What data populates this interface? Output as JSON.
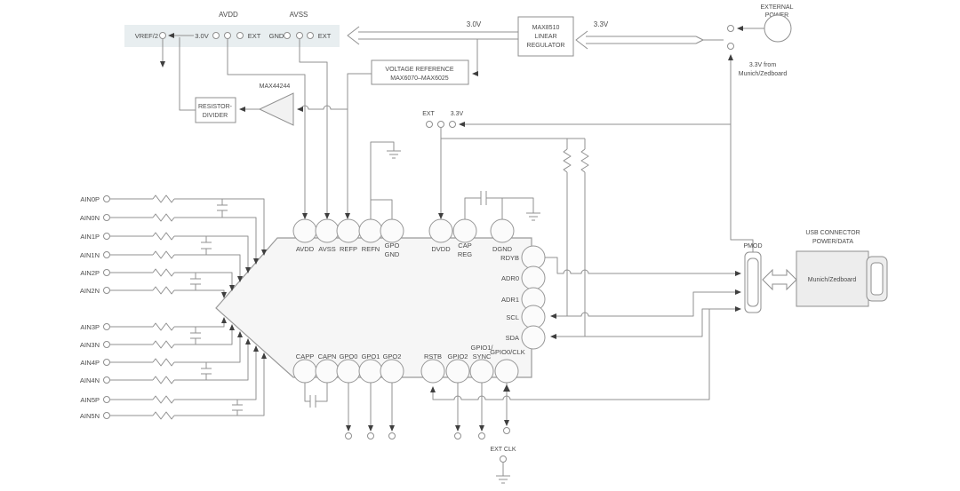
{
  "colors": {
    "wire": "#909090",
    "arrow": "#3f3f3f",
    "text": "#4a4a4a",
    "band": "#e8eef0",
    "chip_fill": "#f6f6f6",
    "usb_fill": "#ededed"
  },
  "header_band": {
    "vref": "VREF/2",
    "avdd": "AVDD",
    "avss": "AVSS",
    "v30": "3.0V",
    "ext1": "EXT",
    "gnd": "GND",
    "ext2": "EXT"
  },
  "power": {
    "bus30": "3.0V",
    "bus33": "3.3V",
    "reg1": "MAX8510",
    "reg2": "LINEAR",
    "reg3": "REGULATOR",
    "ext1": "EXTERNAL",
    "ext2": "POWER",
    "note1": "3.3V from",
    "note2": "Munich/Zedboard"
  },
  "reference": {
    "box1": "VOLTAGE REFERENCE",
    "box2": "MAX6070–MAX6025",
    "amp": "MAX44244",
    "div1": "RESISTOR-",
    "div2": "DIVIDER"
  },
  "supply_header": {
    "ext": "EXT",
    "v33": "3.3V"
  },
  "chip": {
    "top_pins": [
      {
        "l1": "AVDD"
      },
      {
        "l1": "AVSS"
      },
      {
        "l1": "REFP"
      },
      {
        "l1": "REFN"
      },
      {
        "l1": "GPO",
        "l2": "GND"
      },
      {
        "l1": "DVDD"
      },
      {
        "l1": "CAP",
        "l2": "REG"
      },
      {
        "l1": "DGND"
      }
    ],
    "right_pins": [
      {
        "l1": "RDYB"
      },
      {
        "l1": "ADR0"
      },
      {
        "l1": "ADR1"
      },
      {
        "l1": "SCL"
      },
      {
        "l1": "SDA"
      }
    ],
    "bottom_pins": [
      {
        "l1": "CAPP"
      },
      {
        "l1": "CAPN"
      },
      {
        "l1": "GPO0"
      },
      {
        "l1": "GPO1"
      },
      {
        "l1": "GPO2"
      },
      {
        "l1": "RSTB"
      },
      {
        "l1": "GPIO2"
      },
      {
        "l1": "GPIO1/",
        "l2": "SYNC"
      },
      {
        "l1": "GPIO0/CLK"
      }
    ]
  },
  "analog_inputs": {
    "labels": [
      "AIN0P",
      "AIN0N",
      "AIN1P",
      "AIN1N",
      "AIN2P",
      "AIN2N",
      "AIN3P",
      "AIN3N",
      "AIN4P",
      "AIN4N",
      "AIN5P",
      "AIN5N"
    ]
  },
  "connectors": {
    "pmod": "PMOD",
    "usb_title1": "USB CONNECTOR",
    "usb_title2": "POWER/DATA",
    "usb_body": "Munich/Zedboard",
    "ext_clk": "EXT CLK"
  }
}
